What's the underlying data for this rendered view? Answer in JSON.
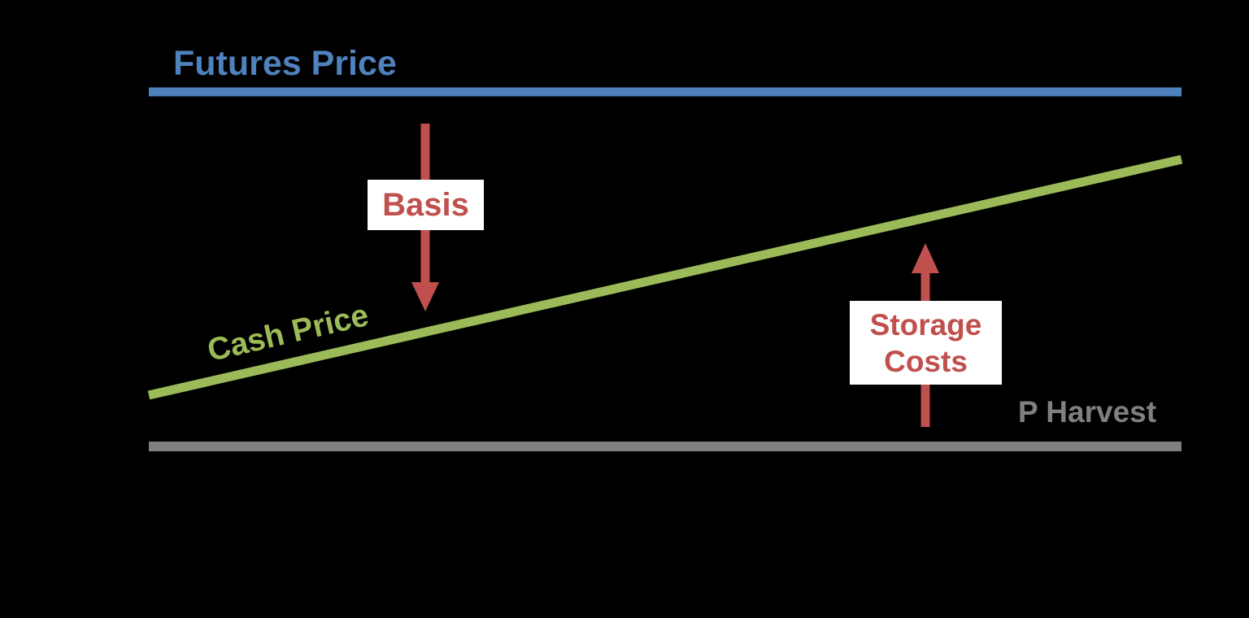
{
  "labels": {
    "futures_price": "Futures Price",
    "cash_price": "Cash Price",
    "basis": "Basis",
    "storage_costs_lines": [
      "Storage",
      "Costs"
    ],
    "p_harvest": "P Harvest"
  },
  "colors": {
    "background": "#000000",
    "futures_blue": "#4F81BD",
    "cash_green": "#9BBB59",
    "arrow_red": "#C0504D",
    "harvest_gray": "#808080",
    "label_box_white": "#FFFFFF"
  },
  "arrows": {
    "basis_direction": "down",
    "storage_direction": "up"
  }
}
